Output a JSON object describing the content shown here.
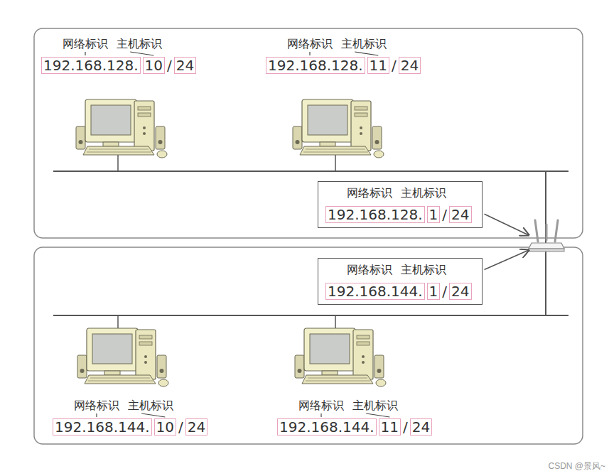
{
  "diagram": {
    "nodes": [
      {
        "text": [
          "网络标识",
          "主机标识",
          "192.168.128.",
          "1",
          "/",
          "24"
        ]
      },
      {
        "text": [
          "网络标识",
          "主机标识",
          "192.168.144.",
          "1",
          "/",
          "24"
        ]
      }
    ],
    "labels": [
      "网络标识",
      "主机标识",
      "192.168.128.",
      "10",
      "/",
      "24",
      "网络标识",
      "主机标识",
      "192.168.128.",
      "11",
      "/",
      "24",
      "网络标识",
      "主机标识",
      "192.168.144.",
      "10",
      "/",
      "24",
      "网络标识",
      "主机标识",
      "192.168.144.",
      "11",
      "/",
      "24",
      "CSDN @景风~"
    ]
  }
}
